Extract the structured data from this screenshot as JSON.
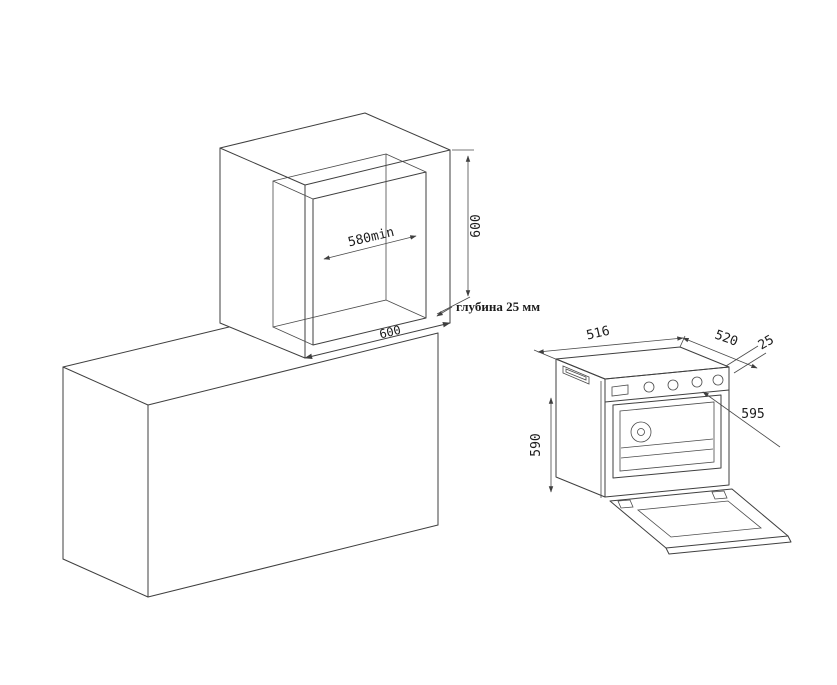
{
  "colors": {
    "background": "#ffffff",
    "line": "#3f3f3f",
    "text": "#1c1c1c"
  },
  "cabinet": {
    "niche_min_depth": "580min",
    "niche_height": "600",
    "niche_width": "600",
    "recess_note": "глубина 25 мм"
  },
  "oven": {
    "dim_516": "516",
    "dim_520": "520",
    "dim_25": "25",
    "dim_595": "595",
    "dim_590": "590"
  }
}
